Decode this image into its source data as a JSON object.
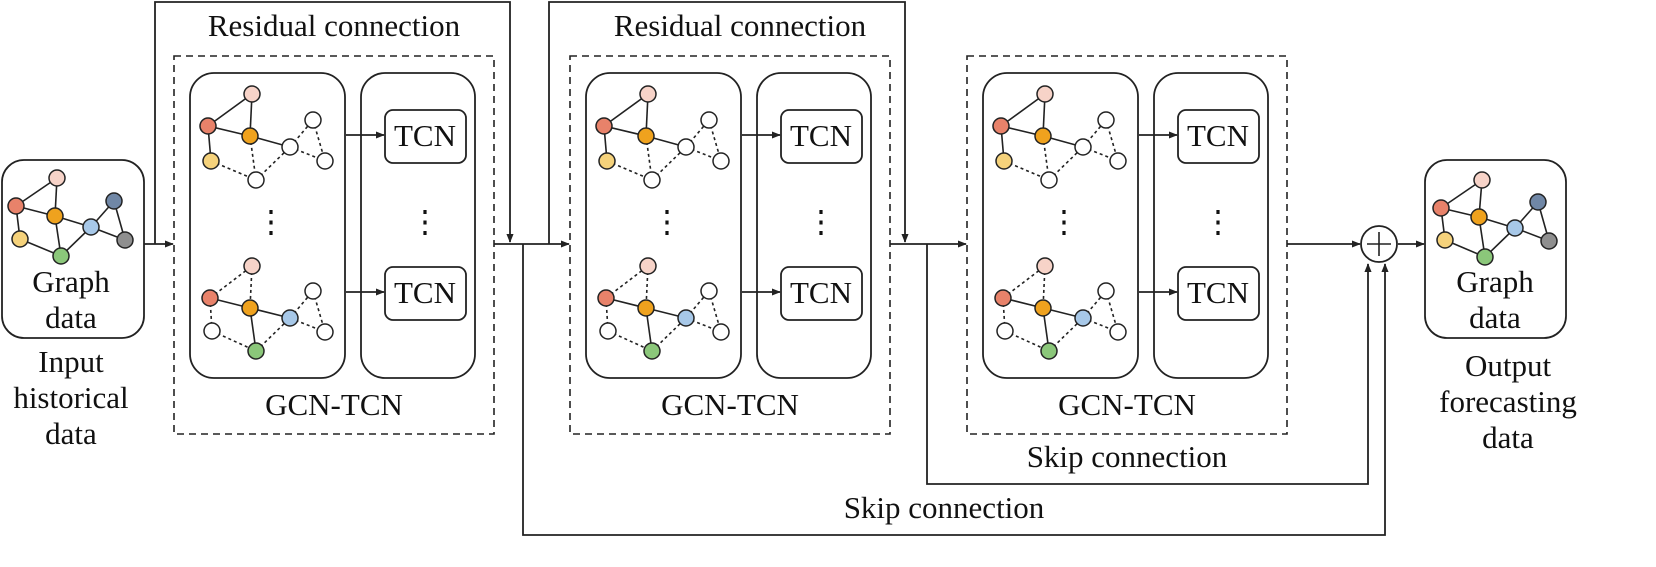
{
  "labels": {
    "residual_1": "Residual connection",
    "residual_2": "Residual connection",
    "skip_1": "Skip connection",
    "skip_2": "Skip connection",
    "input_box": [
      "Graph",
      "data"
    ],
    "input_caption": [
      "Input",
      "historical",
      "data"
    ],
    "output_box": [
      "Graph",
      "data"
    ],
    "output_caption": [
      "Output",
      "forecasting",
      "data"
    ],
    "tcn": "TCN",
    "block_label": "GCN-TCN",
    "ellipsis": "⋮",
    "sum_symbol": "+"
  },
  "colors": {
    "salmon": "#E8826A",
    "pink": "#F7D3C8",
    "orange": "#EFA21E",
    "yellow": "#F5D27B",
    "blue": "#A7C8E8",
    "green": "#8BC77A",
    "slate": "#7087A6",
    "gray": "#8F8F8F",
    "white": "#FFFFFF"
  },
  "blocks": [
    {
      "name": "gcn-tcn-block-1"
    },
    {
      "name": "gcn-tcn-block-2"
    },
    {
      "name": "gcn-tcn-block-3"
    }
  ]
}
